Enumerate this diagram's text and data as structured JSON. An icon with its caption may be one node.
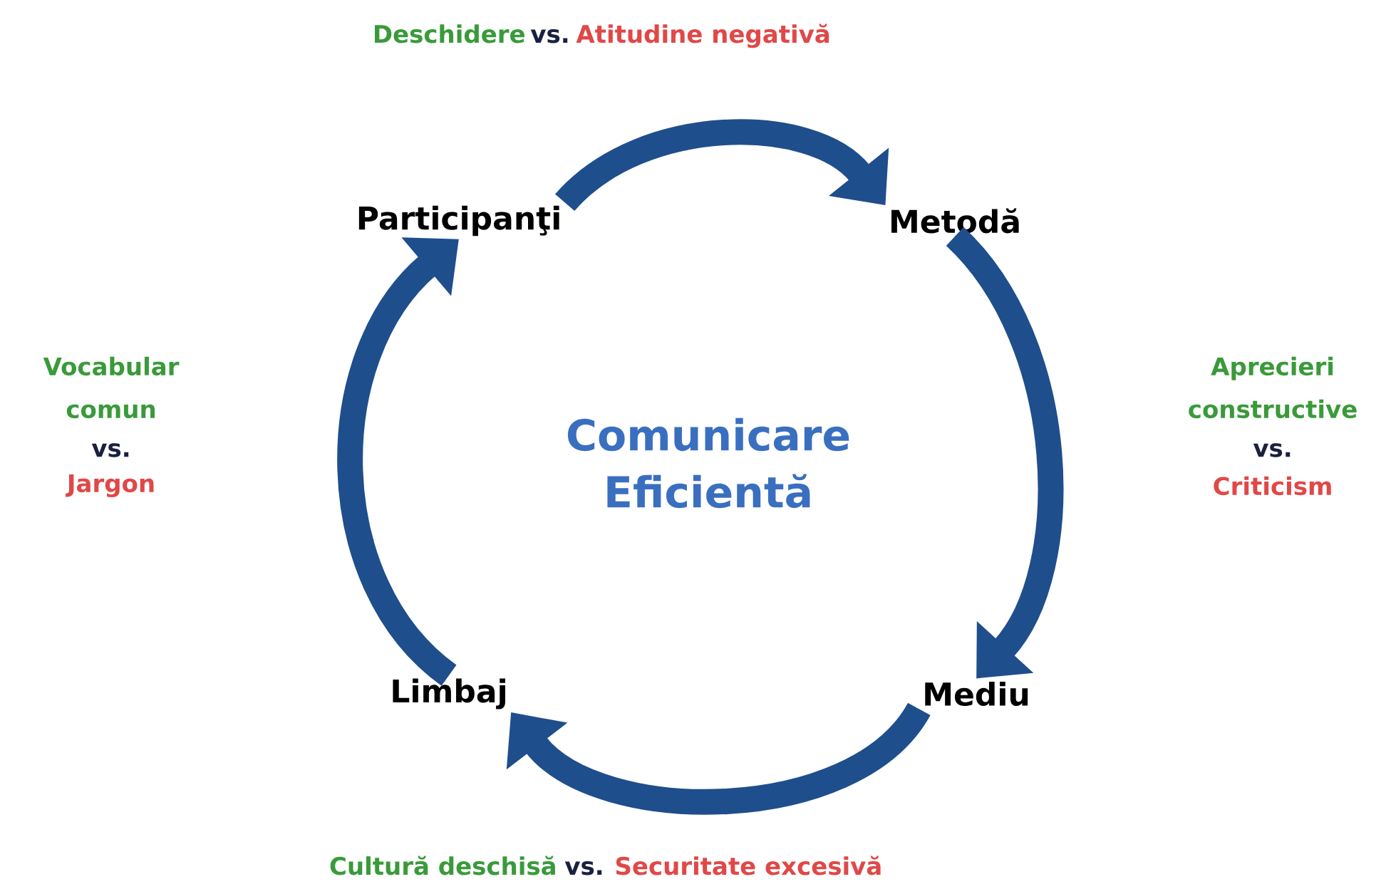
{
  "diagram": {
    "title": "Comunicare Eficientă",
    "nodes": [
      {
        "text": [
          "Participanţi"
        ]
      },
      {
        "text": [
          "Metodă"
        ]
      },
      {
        "text": [
          "Mediu"
        ]
      },
      {
        "text": [
          "Limbaj"
        ]
      }
    ],
    "edges": [
      {
        "from": 0,
        "to": 1,
        "arrow": "to"
      },
      {
        "from": 1,
        "to": 2,
        "arrow": "to"
      },
      {
        "from": 2,
        "to": 3,
        "arrow": "to"
      },
      {
        "from": 3,
        "to": 0,
        "arrow": "to"
      }
    ],
    "labels": [
      "Deschidere",
      "vs.",
      "Atitudine negativă",
      "Vocabular comun",
      "vs.",
      "Jargon",
      "Aprecieri constructive",
      "vs.",
      "Criticism",
      "Cultură deschisă",
      "vs.",
      "Securitate excesivă"
    ]
  }
}
